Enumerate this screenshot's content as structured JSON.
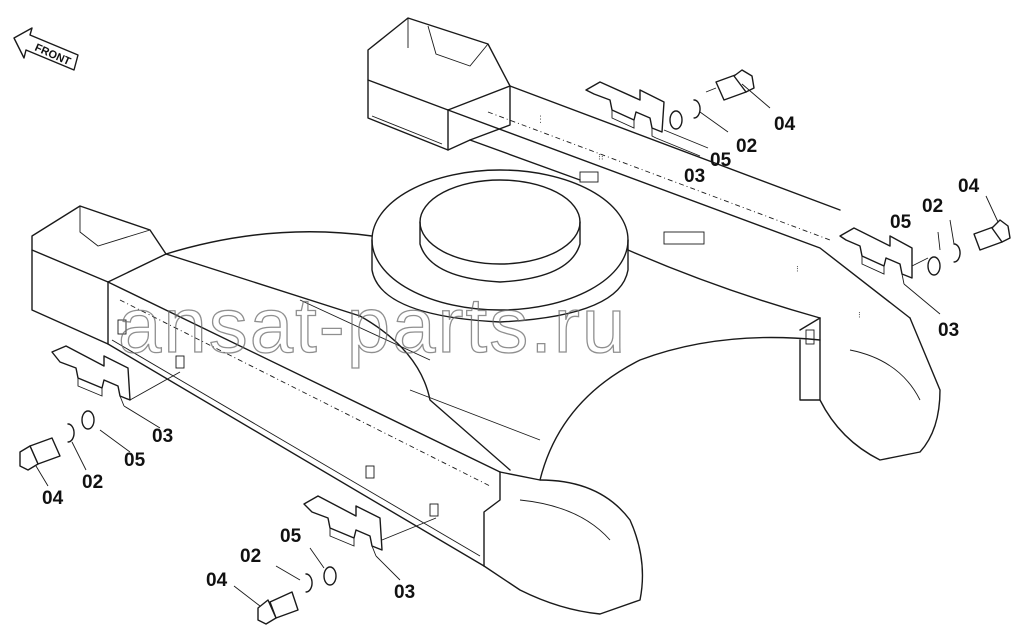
{
  "diagram": {
    "front_label": "FRONT",
    "watermark": "ansat-parts.ru",
    "corner_mark": "",
    "callouts": [
      {
        "id": "tr-04",
        "text": "04"
      },
      {
        "id": "tr-02",
        "text": "02"
      },
      {
        "id": "tr-05",
        "text": "05"
      },
      {
        "id": "tr-03",
        "text": "03"
      },
      {
        "id": "r-04",
        "text": "04"
      },
      {
        "id": "r-02",
        "text": "02"
      },
      {
        "id": "r-05",
        "text": "05"
      },
      {
        "id": "r-03",
        "text": "03"
      },
      {
        "id": "l-03",
        "text": "03"
      },
      {
        "id": "l-05",
        "text": "05"
      },
      {
        "id": "l-02",
        "text": "02"
      },
      {
        "id": "l-04",
        "text": "04"
      },
      {
        "id": "b-05",
        "text": "05"
      },
      {
        "id": "b-02",
        "text": "02"
      },
      {
        "id": "b-04",
        "text": "04"
      },
      {
        "id": "b-03",
        "text": "03"
      }
    ]
  }
}
